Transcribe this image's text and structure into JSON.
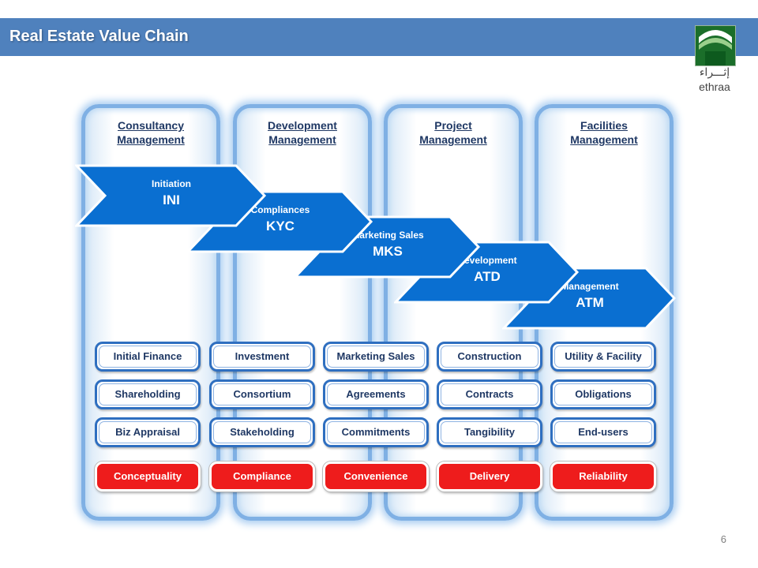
{
  "header": {
    "title": "Real Estate Value Chain"
  },
  "logo": {
    "arabic": "إثـــراء",
    "latin": "ethraa",
    "color": "#2e7d32"
  },
  "columns": [
    {
      "title_line1": "Consultancy",
      "title_line2": "Management"
    },
    {
      "title_line1": "Development",
      "title_line2": "Management"
    },
    {
      "title_line1": "Project",
      "title_line2": "Management"
    },
    {
      "title_line1": "Facilities",
      "title_line2": "Management"
    }
  ],
  "phases": [
    {
      "label": "Initiation",
      "code": "INI"
    },
    {
      "label": "Compliances",
      "code": "KYC"
    },
    {
      "label": "Marketing Sales",
      "code": "MKS"
    },
    {
      "label": "Development",
      "code": "ATD"
    },
    {
      "label": "Management",
      "code": "ATM"
    }
  ],
  "rows": [
    [
      "Initial Finance",
      "Investment",
      "Marketing  Sales",
      "Construction",
      "Utility & Facility"
    ],
    [
      "Shareholding",
      "Consortium",
      "Agreements",
      "Contracts",
      "Obligations"
    ],
    [
      "Biz Appraisal",
      "Stakeholding",
      "Commitments",
      "Tangibility",
      "End-users"
    ]
  ],
  "values": [
    "Conceptuality",
    "Compliance",
    "Convenience",
    "Delivery",
    "Reliability"
  ],
  "colors": {
    "header": "#4f81bd",
    "chevron": "#0a6fd1",
    "value_red": "#ee1c1c",
    "text_dark": "#1f3864"
  },
  "page_number": "6"
}
